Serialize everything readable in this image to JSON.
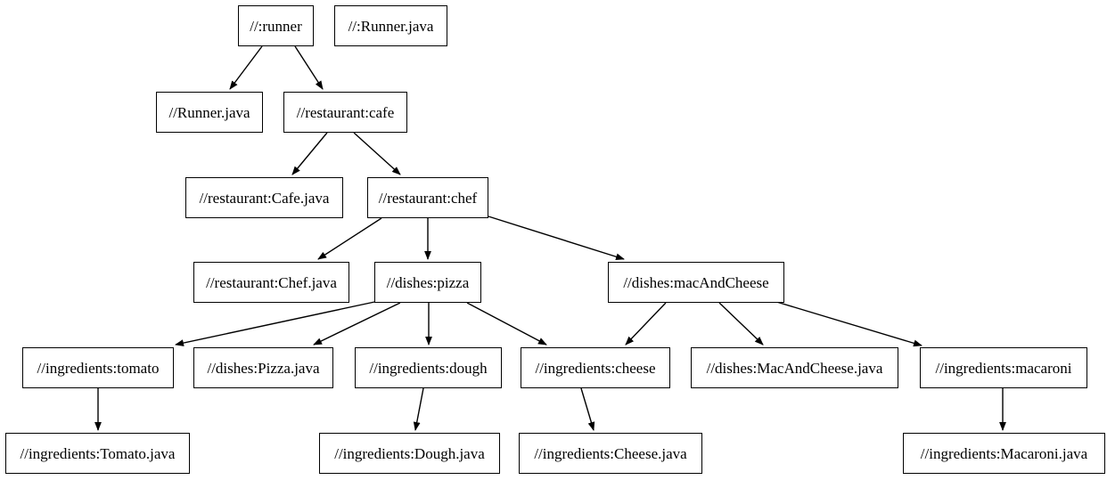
{
  "diagram": {
    "type": "dependency-graph",
    "description": "Bazel build target dependency graph",
    "colors": {
      "background": "#ffffff",
      "node_fill": "#ffffff",
      "node_border": "#000000",
      "edge": "#000000",
      "text": "#000000"
    },
    "nodes": [
      {
        "id": "runner",
        "label": "//:runner"
      },
      {
        "id": "runner-java-src",
        "label": "//:Runner.java"
      },
      {
        "id": "runner-java",
        "label": "//Runner.java"
      },
      {
        "id": "cafe",
        "label": "//restaurant:cafe"
      },
      {
        "id": "cafe-java",
        "label": "//restaurant:Cafe.java"
      },
      {
        "id": "chef",
        "label": "//restaurant:chef"
      },
      {
        "id": "chef-java",
        "label": "//restaurant:Chef.java"
      },
      {
        "id": "pizza",
        "label": "//dishes:pizza"
      },
      {
        "id": "mac-and-cheese",
        "label": "//dishes:macAndCheese"
      },
      {
        "id": "tomato",
        "label": "//ingredients:tomato"
      },
      {
        "id": "pizza-java",
        "label": "//dishes:Pizza.java"
      },
      {
        "id": "dough",
        "label": "//ingredients:dough"
      },
      {
        "id": "cheese",
        "label": "//ingredients:cheese"
      },
      {
        "id": "mac-and-cheese-java",
        "label": "//dishes:MacAndCheese.java"
      },
      {
        "id": "macaroni",
        "label": "//ingredients:macaroni"
      },
      {
        "id": "tomato-java",
        "label": "//ingredients:Tomato.java"
      },
      {
        "id": "dough-java",
        "label": "//ingredients:Dough.java"
      },
      {
        "id": "cheese-java",
        "label": "//ingredients:Cheese.java"
      },
      {
        "id": "macaroni-java",
        "label": "//ingredients:Macaroni.java"
      }
    ],
    "edges": [
      {
        "from": "//:runner",
        "to": "//Runner.java"
      },
      {
        "from": "//:runner",
        "to": "//restaurant:cafe"
      },
      {
        "from": "//restaurant:cafe",
        "to": "//restaurant:Cafe.java"
      },
      {
        "from": "//restaurant:cafe",
        "to": "//restaurant:chef"
      },
      {
        "from": "//restaurant:chef",
        "to": "//restaurant:Chef.java"
      },
      {
        "from": "//restaurant:chef",
        "to": "//dishes:pizza"
      },
      {
        "from": "//restaurant:chef",
        "to": "//dishes:macAndCheese"
      },
      {
        "from": "//dishes:pizza",
        "to": "//ingredients:tomato"
      },
      {
        "from": "//dishes:pizza",
        "to": "//dishes:Pizza.java"
      },
      {
        "from": "//dishes:pizza",
        "to": "//ingredients:dough"
      },
      {
        "from": "//dishes:pizza",
        "to": "//ingredients:cheese"
      },
      {
        "from": "//dishes:macAndCheese",
        "to": "//ingredients:cheese"
      },
      {
        "from": "//dishes:macAndCheese",
        "to": "//dishes:MacAndCheese.java"
      },
      {
        "from": "//dishes:macAndCheese",
        "to": "//ingredients:macaroni"
      },
      {
        "from": "//ingredients:tomato",
        "to": "//ingredients:Tomato.java"
      },
      {
        "from": "//ingredients:dough",
        "to": "//ingredients:Dough.java"
      },
      {
        "from": "//ingredients:cheese",
        "to": "//ingredients:Cheese.java"
      },
      {
        "from": "//ingredients:macaroni",
        "to": "//ingredients:Macaroni.java"
      }
    ]
  }
}
